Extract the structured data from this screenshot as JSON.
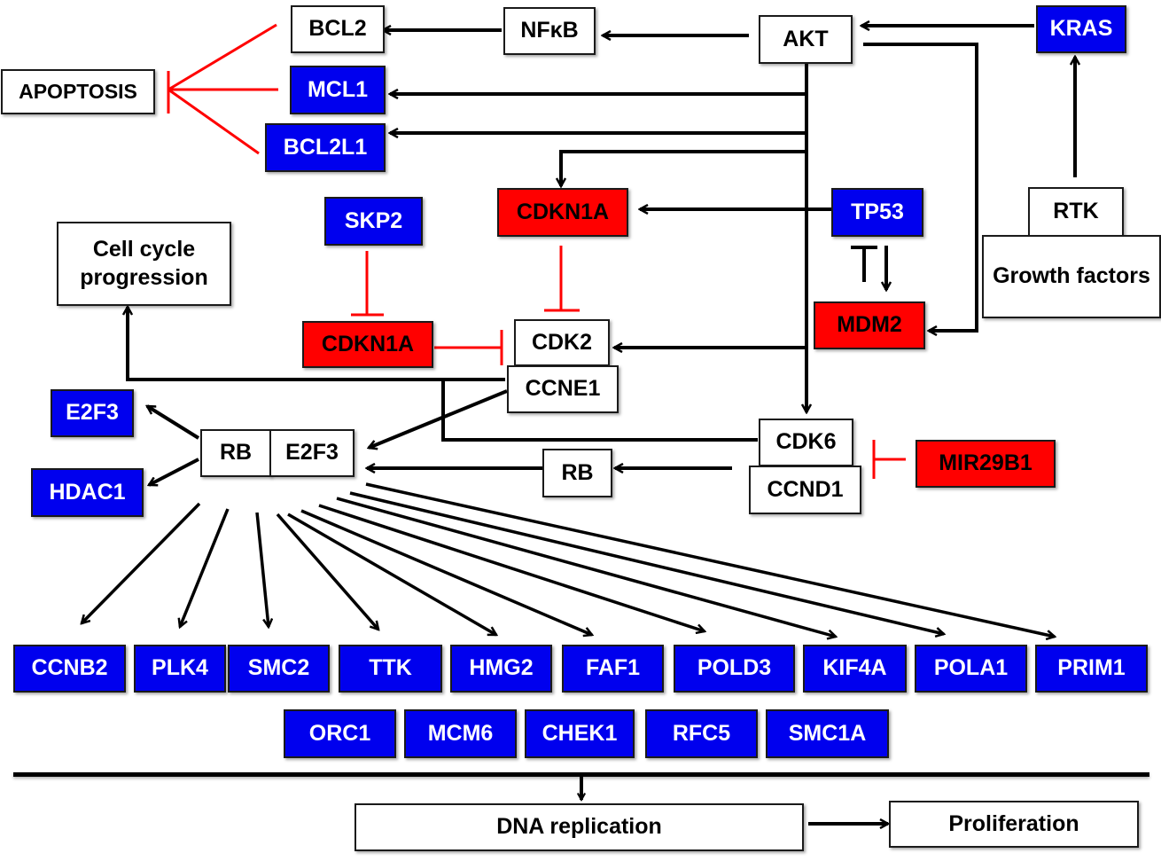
{
  "colors": {
    "up_regulated": "#0000ee",
    "down_regulated": "#ff0000",
    "neutral": "#ffffff",
    "activation": "#000000",
    "inhibition": "#ff0000"
  },
  "nodes": {
    "bcl2": "BCL2",
    "nfkb": "NFκB",
    "akt": "AKT",
    "kras": "KRAS",
    "apoptosis": "APOPTOSIS",
    "mcl1": "MCL1",
    "bcl2l1": "BCL2L1",
    "skp2": "SKP2",
    "cdkn1a_top": "CDKN1A",
    "tp53": "TP53",
    "rtk": "RTK",
    "growth_factors": "Growth factors",
    "cell_cycle": "Cell cycle progression",
    "cdkn1a_mid": "CDKN1A",
    "cdk2": "CDK2",
    "mdm2": "MDM2",
    "ccne1": "CCNE1",
    "e2f3_blue": "E2F3",
    "rb_complex": "RB",
    "e2f3_complex": "E2F3",
    "hdac1": "HDAC1",
    "rb_single": "RB",
    "cdk6": "CDK6",
    "ccnd1": "CCND1",
    "mir29b1": "MIR29B1",
    "dna_replication": "DNA replication",
    "proliferation": "Proliferation"
  },
  "targets_row1": [
    "CCNB2",
    "PLK4",
    "SMC2",
    "TTK",
    "HMG2",
    "FAF1",
    "POLD3",
    "KIF4A",
    "POLA1",
    "PRIM1"
  ],
  "targets_row2": [
    "ORC1",
    "MCM6",
    "CHEK1",
    "RFC5",
    "SMC1A"
  ]
}
